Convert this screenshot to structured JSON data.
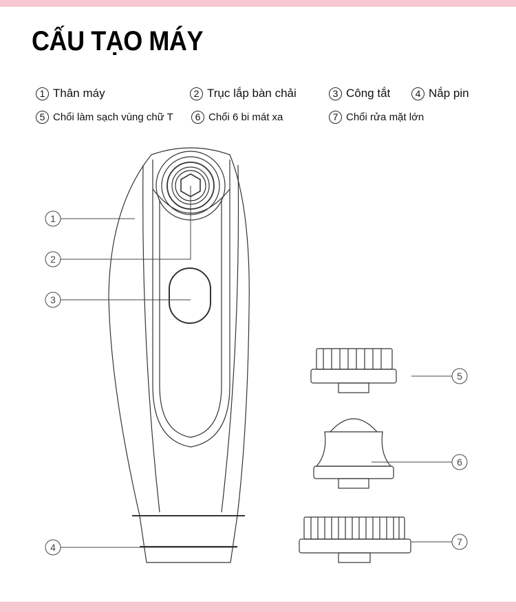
{
  "title": "CẤU TẠO MÁY",
  "legend": [
    {
      "num": "1",
      "label": "Thân máy"
    },
    {
      "num": "2",
      "label": "Trục lắp bàn chải"
    },
    {
      "num": "3",
      "label": "Công tắt"
    },
    {
      "num": "4",
      "label": "Nắp pin"
    },
    {
      "num": "5",
      "label": "Chổi làm sạch vùng chữ T"
    },
    {
      "num": "6",
      "label": "Chổi 6 bi mát xa"
    },
    {
      "num": "7",
      "label": "Chổi rửa mặt lớn"
    }
  ],
  "callouts": [
    "1",
    "2",
    "3",
    "4",
    "5",
    "6",
    "7"
  ],
  "colors": {
    "accent_bar": "#f7c7d2",
    "line": "#444444"
  }
}
